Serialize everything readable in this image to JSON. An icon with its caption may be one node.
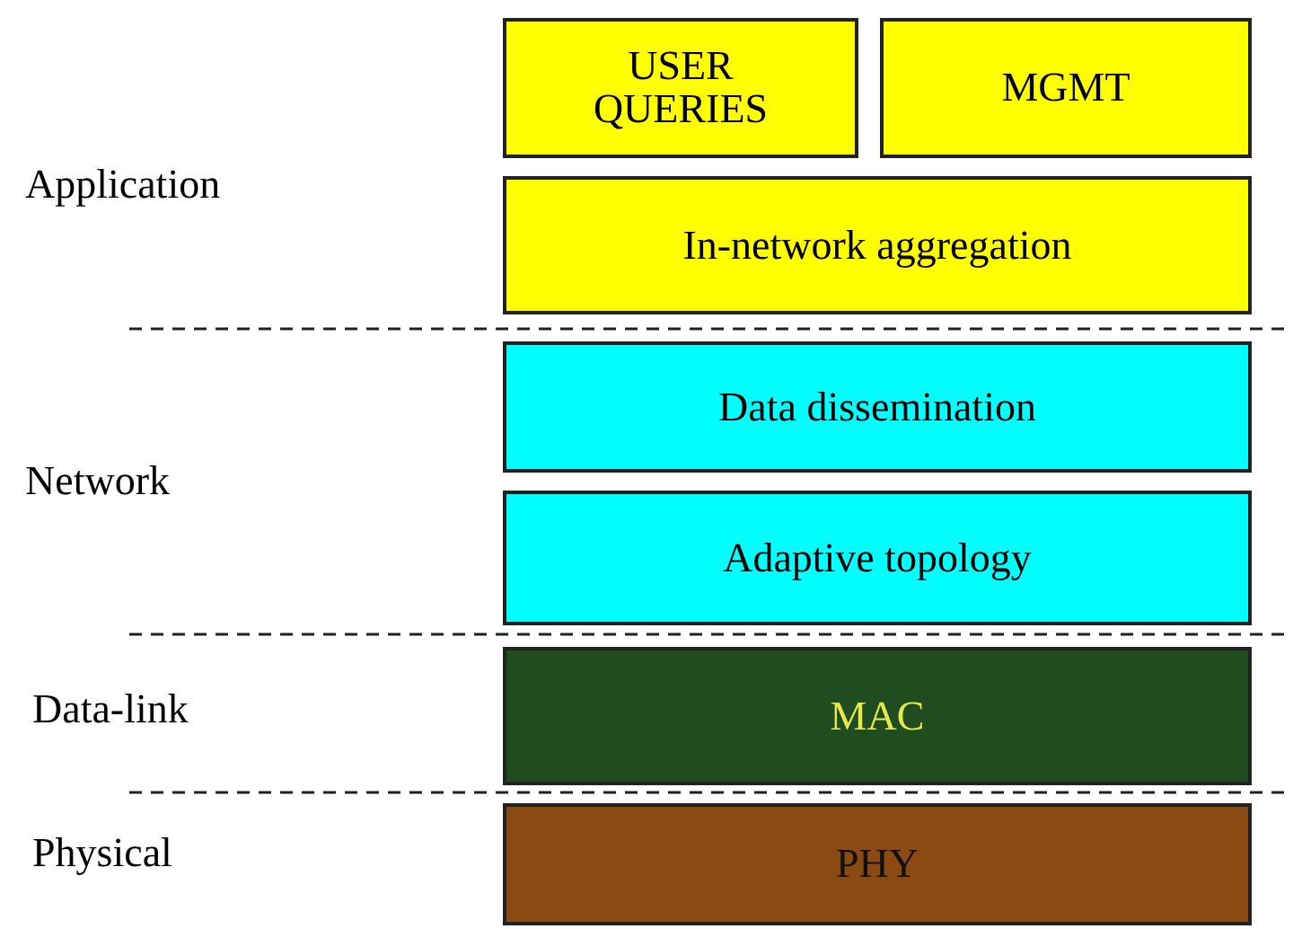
{
  "diagram": {
    "nodes": [
      {
        "text": [
          "USER QUERIES"
        ]
      },
      {
        "text": [
          "MGMT"
        ]
      },
      {
        "text": [
          "In-network aggregation"
        ]
      },
      {
        "text": [
          "Data dissemination"
        ]
      },
      {
        "text": [
          "Adaptive topology"
        ]
      },
      {
        "text": [
          "MAC"
        ]
      },
      {
        "text": [
          "PHY"
        ]
      }
    ],
    "labels": [
      "Application",
      "Network",
      "Data-link",
      "Physical"
    ]
  }
}
